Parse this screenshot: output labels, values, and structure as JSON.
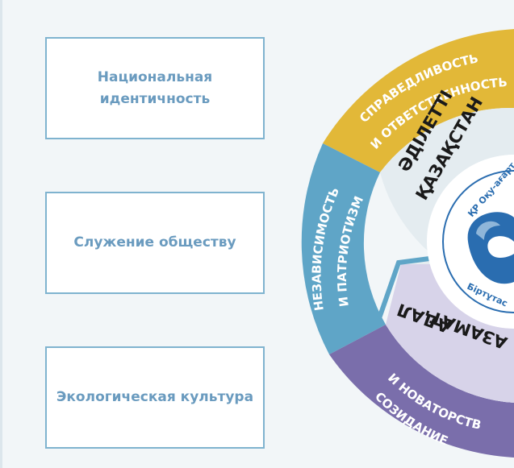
{
  "values": [
    {
      "label_line1": "Национальная",
      "label_line2": "идентичность"
    },
    {
      "label": "Служение обществу"
    },
    {
      "label": "Экологическая культура"
    }
  ],
  "wheel": {
    "outer_segments": [
      {
        "line1": "СПРАВЕДЛИВОСТЬ",
        "line2": "И ОТВЕТСТВЕННОСТЬ",
        "color": "#e2b838"
      },
      {
        "line1": "НЕЗАВИСИМОСТЬ",
        "line2": "И ПАТРИОТИЗМ",
        "color": "#5fa5c7"
      },
      {
        "line1": "СОЗИДАНИЕ",
        "line2": "И НОВАТОРСТВО",
        "color": "#7a6eab"
      }
    ],
    "inner_segments": [
      {
        "line1": "ӘДІЛЕТТІ",
        "line2": "ҚАЗАҚСТАН",
        "color": "#e4ecf0"
      },
      {
        "line1": "АДАЛ",
        "line2": "АЗАМАТ",
        "color": "#d7d3e9"
      }
    ],
    "logo": {
      "top_text": "ҚР Оқу-ағарт",
      "bottom_text": "Біртұтас"
    }
  },
  "colors": {
    "box_border": "#7fb3cf",
    "box_text": "#6a9bbf",
    "logo_blue": "#2a6db0",
    "background": "#f2f6f8"
  }
}
